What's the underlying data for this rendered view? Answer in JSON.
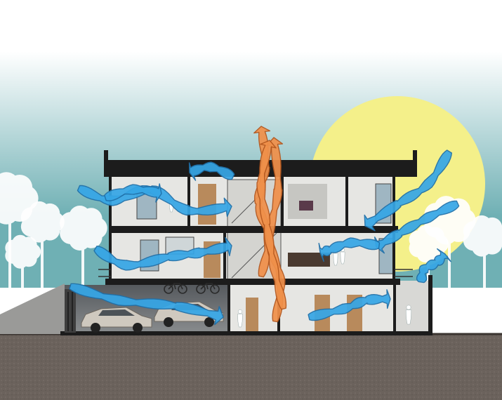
{
  "colors": {
    "sky_top": "#ffffff",
    "sky_bottom": "#6fb0b4",
    "sun": "#f4f08a",
    "ground": "#6b625c",
    "ground_line": "#3a3430",
    "slab": "#1c1c1c",
    "room_bg": "#e6e6e3",
    "garage_bg": "#6a6e72",
    "airflow_cool": "#36a6e6",
    "airflow_cool_edge": "#1f6fa8",
    "airflow_hot": "#f0904a",
    "airflow_hot_edge": "#b3561d",
    "tree": "#ffffff",
    "person": "#ffffff",
    "car": "#cfc9bf"
  },
  "icons": {
    "sun": "sun-disc",
    "trees": "tree-icon",
    "people": "person-icon",
    "cars": "car-icon",
    "bicycles": "bicycle-icon",
    "cool_air": "arrow-icon",
    "stack_air": "arrow-icon"
  },
  "diagram": {
    "levels": [
      "upper-floor",
      "middle-floor",
      "ground-floor"
    ],
    "airflow": {
      "cool_arrows": 10,
      "stack_arrows": 3
    }
  }
}
